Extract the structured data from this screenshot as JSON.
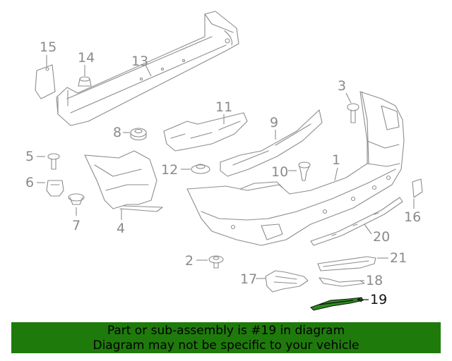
{
  "callouts": {
    "c1": "1",
    "c2": "2",
    "c3": "3",
    "c4": "4",
    "c5": "5",
    "c6": "6",
    "c7": "7",
    "c8": "8",
    "c9": "9",
    "c10": "10",
    "c11": "11",
    "c12": "12",
    "c13": "13",
    "c14": "14",
    "c15": "15",
    "c16": "16",
    "c17": "17",
    "c18": "18",
    "c19": "19",
    "c20": "20",
    "c21": "21"
  },
  "highlighted_part": "19",
  "colors": {
    "banner": "#1f7a0c",
    "highlight": "#2e8b1e",
    "line": "#8c8c8c"
  },
  "banner": {
    "line1": "Part or sub-assembly is #19 in diagram",
    "line2": "Diagram may not be specific to your vehicle"
  }
}
